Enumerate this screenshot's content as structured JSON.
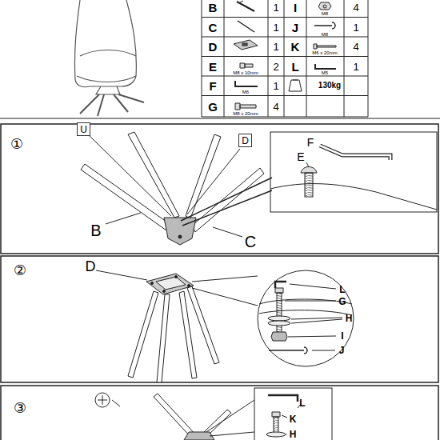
{
  "diagram": {
    "nodes": [
      {
        "text": [
          "U"
        ]
      },
      {
        "text": [
          "D"
        ]
      }
    ],
    "labels": [
      "B",
      "1",
      "I",
      "M8",
      "4",
      "C",
      "1",
      "J",
      "M8",
      "1",
      "D",
      "1",
      "K",
      "M6 x 20mm",
      "4",
      "E",
      "M8 x 10mm",
      "2",
      "L",
      "M5",
      "1",
      "F",
      "M6",
      "1",
      "130kg",
      "G",
      "M8 x 20mm",
      "4",
      "①",
      "B",
      "C",
      "F",
      "E",
      "②",
      "D",
      "L",
      "G",
      "H",
      "I",
      "J",
      "③",
      "L",
      "K",
      "H"
    ]
  }
}
